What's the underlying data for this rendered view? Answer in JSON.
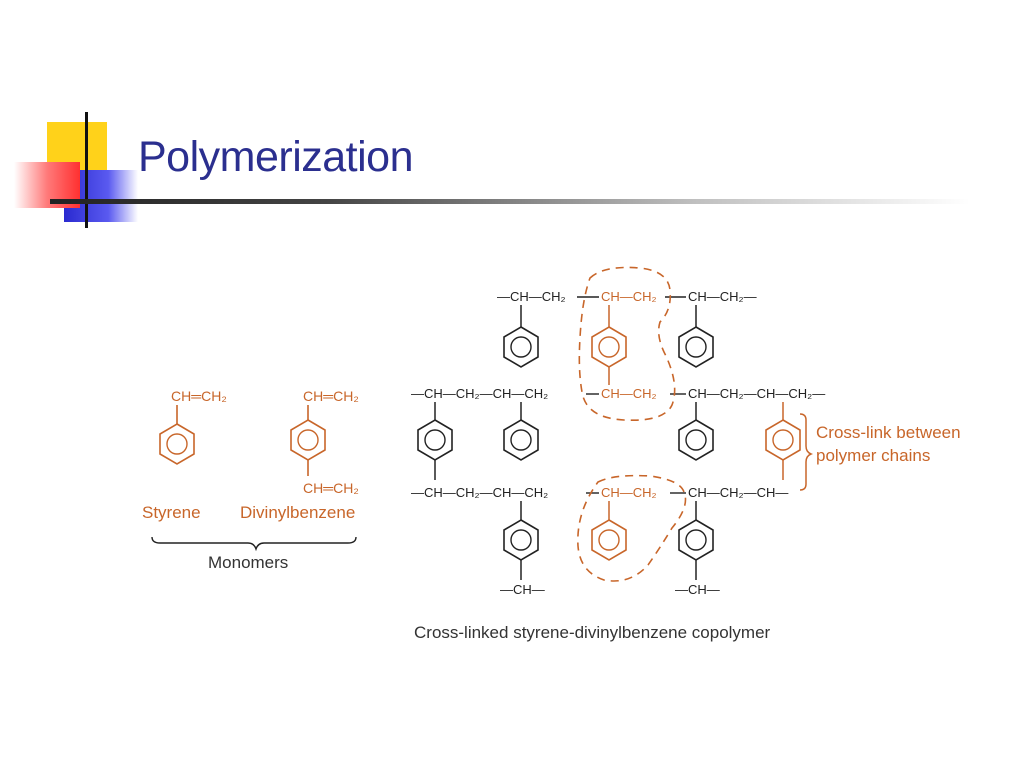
{
  "slide": {
    "title": "Polymerization"
  },
  "diagram": {
    "colors": {
      "accent": "#c8662a",
      "bond": "#222222",
      "title": "#2b2f8f",
      "deco_yellow": "#ffd21a",
      "deco_red": "#ff4040",
      "deco_blue": "#2a2ad0"
    },
    "monomers": {
      "styrene_group": "CH═CH₂",
      "divinyl_top_group": "CH═CH₂",
      "divinyl_bottom_group": "CH═CH₂",
      "styrene_label": "Styrene",
      "divinyl_label": "Divinylbenzene",
      "brace_label": "Monomers"
    },
    "copolymer": {
      "row1": [
        "—CH—CH₂",
        "CH—CH₂",
        "CH—CH₂—"
      ],
      "row2": [
        "—CH—CH₂—CH—CH₂",
        "CH—CH₂",
        "CH—CH₂—CH—CH₂—"
      ],
      "row3": [
        "—CH—CH₂—CH—CH₂",
        "CH—CH₂",
        "CH—CH₂—CH—"
      ],
      "end_groups": [
        "—CH—",
        "—CH—"
      ],
      "crosslink_annotation_line1": "Cross-link between",
      "crosslink_annotation_line2": "polymer chains",
      "caption": "Cross-linked styrene-divinylbenzene copolymer"
    }
  }
}
